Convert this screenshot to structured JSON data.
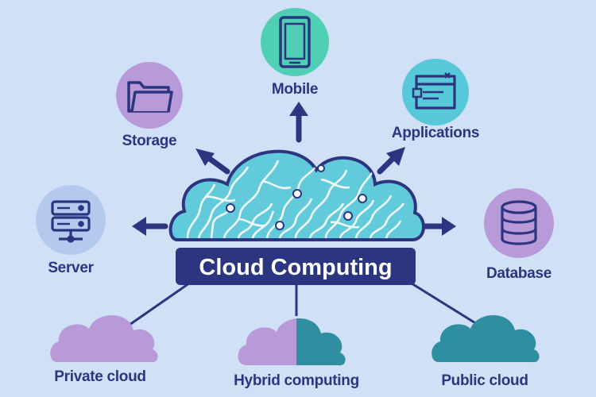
{
  "center": {
    "title": "Cloud Computing"
  },
  "nodes": {
    "mobile": {
      "label": "Mobile",
      "icon": "mobile-phone-icon",
      "color": "#4fd0b4"
    },
    "storage": {
      "label": "Storage",
      "icon": "folder-icon",
      "color": "#b99ad8"
    },
    "applications": {
      "label": "Applications",
      "icon": "application-window-icon",
      "color": "#57c9d8"
    },
    "server": {
      "label": "Server",
      "icon": "server-icon",
      "color": "#b4c9ee"
    },
    "database": {
      "label": "Database",
      "icon": "database-icon",
      "color": "#b99ad8"
    }
  },
  "cloud_types": {
    "private": {
      "label": "Private cloud",
      "color": "#b99ad8"
    },
    "hybrid": {
      "label": "Hybrid computing",
      "colors": [
        "#b99ad8",
        "#2f8fa0"
      ]
    },
    "public": {
      "label": "Public cloud",
      "color": "#2f8fa0"
    }
  },
  "colors": {
    "background": "#cfe0f7",
    "navy": "#2c3580",
    "circuit_cloud": "#62cbdb"
  }
}
